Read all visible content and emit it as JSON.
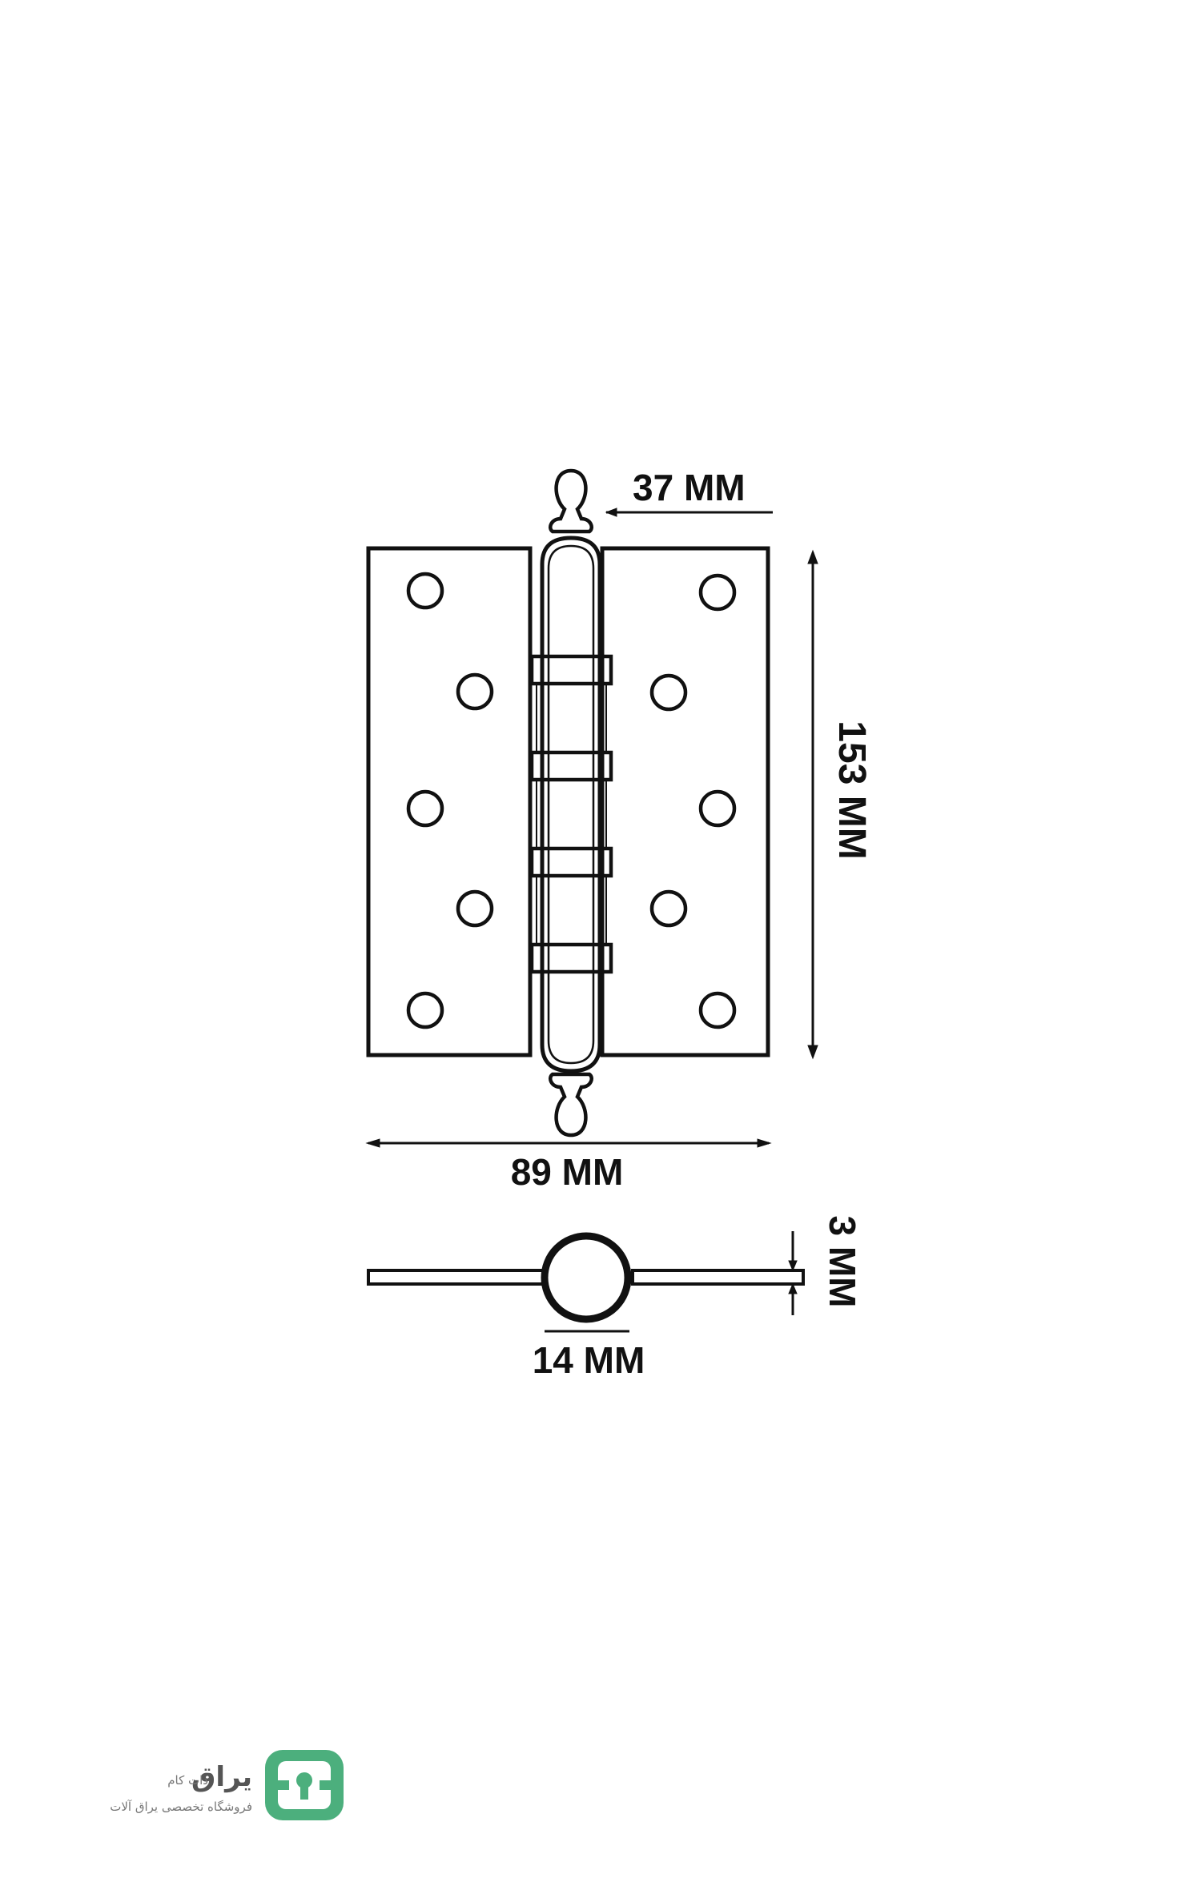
{
  "dimensions": {
    "pin_offset": "37 MM",
    "height": "153 MM",
    "width": "89 MM",
    "knuckle_diameter": "14 MM",
    "thickness": "3 MM"
  },
  "logo": {
    "name": "یراق",
    "domain_suffix": "دات کام",
    "tagline": "فروشگاه تخصصی یراق آلات",
    "mark_icon": "keyhole-logo-icon",
    "accent_color": "#4caf7d"
  },
  "colors": {
    "line": "#111111",
    "background": "#ffffff"
  }
}
